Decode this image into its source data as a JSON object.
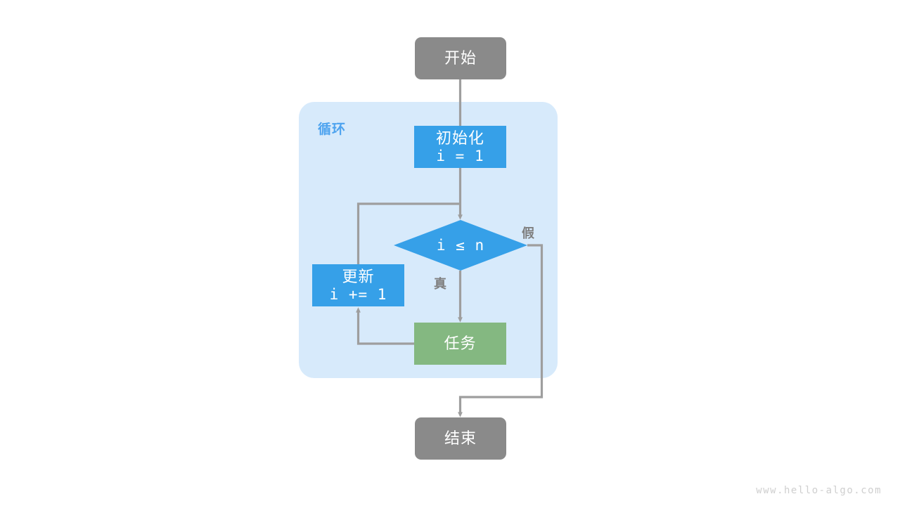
{
  "diagram": {
    "title_watermark": "www.hello-algo.com",
    "group": {
      "label": "循环",
      "color": "#4da3ef",
      "fill": "#d7eafb"
    },
    "colors": {
      "terminal": "#8a8a8a",
      "process": "#36a0e8",
      "decision": "#36a0e8",
      "task": "#84b881",
      "connector": "#9e9e9e",
      "label_text": "#7f7f7f",
      "node_text": "#ffffff",
      "background": "#ffffff"
    },
    "nodes": {
      "start": {
        "text": "开始",
        "shape": "rounded-rect"
      },
      "init": {
        "line1": "初始化",
        "line2": "i = 1",
        "shape": "rect"
      },
      "condition": {
        "text": "i ≤ n",
        "shape": "diamond"
      },
      "update": {
        "line1": "更新",
        "line2": "i += 1",
        "shape": "rect"
      },
      "task": {
        "text": "任务",
        "shape": "rect"
      },
      "end": {
        "text": "结束",
        "shape": "rounded-rect"
      }
    },
    "edge_labels": {
      "true_branch": "真",
      "false_branch": "假"
    }
  }
}
